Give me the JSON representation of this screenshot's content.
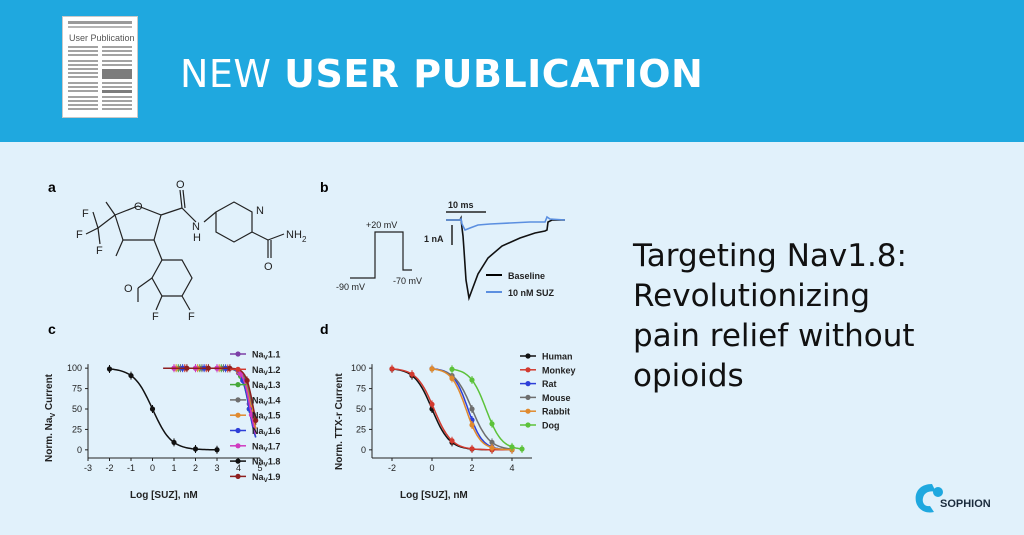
{
  "banner": {
    "icon": "newspaper-icon",
    "icon_text": "User Publication",
    "title_prefix": "NEW ",
    "title_bold": "USER PUBLICATION",
    "color": "#1fa8df"
  },
  "figure": {
    "panel_a": {
      "label": "a",
      "atoms": {
        "F1": "F",
        "F2": "F",
        "F3": "F",
        "O_ring": "O",
        "O_amide1": "O",
        "NH": "N",
        "H": "H",
        "N_ring": "N",
        "O_amide2": "O",
        "NH2": "NH",
        "NH2_sub": "2",
        "O_methoxy": "O",
        "F4": "F",
        "F5": "F"
      }
    },
    "panel_b": {
      "label": "b",
      "protocol": {
        "v_step": "+20 mV",
        "v_hold": "-90 mV",
        "v_end": "-70 mV"
      },
      "scale_time": "10 ms",
      "scale_current": "1 nA",
      "legend": [
        {
          "label": "Baseline",
          "color": "#000000"
        },
        {
          "label": "10 nM SUZ",
          "color": "#5b8fe0"
        }
      ]
    },
    "panel_c": {
      "label": "c",
      "ylabel_main": "Norm. Na",
      "ylabel_sub": "V",
      "ylabel_rest": " Current",
      "xlabel": "Log [SUZ], nM",
      "x_ticks": [
        "-3",
        "-2",
        "-1",
        "0",
        "1",
        "2",
        "3",
        "4",
        "5"
      ],
      "y_ticks": [
        "100",
        "75",
        "50",
        "25",
        "0"
      ],
      "legend": [
        {
          "pre": "Na",
          "sub": "V",
          "post": "1.1",
          "color": "#7d3fa6"
        },
        {
          "pre": "Na",
          "sub": "V",
          "post": "1.2",
          "color": "#d23a2f"
        },
        {
          "pre": "Na",
          "sub": "V",
          "post": "1.3",
          "color": "#46a83a"
        },
        {
          "pre": "Na",
          "sub": "V",
          "post": "1.4",
          "color": "#6e6e6e"
        },
        {
          "pre": "Na",
          "sub": "V",
          "post": "1.5",
          "color": "#e08a2e"
        },
        {
          "pre": "Na",
          "sub": "V",
          "post": "1.6",
          "color": "#2e3fd8"
        },
        {
          "pre": "Na",
          "sub": "V",
          "post": "1.7",
          "color": "#d03ac0"
        },
        {
          "pre": "Na",
          "sub": "V",
          "post": "1.8",
          "color": "#111111"
        },
        {
          "pre": "Na",
          "sub": "V",
          "post": "1.9",
          "color": "#8e1f1f"
        }
      ]
    },
    "panel_d": {
      "label": "d",
      "ylabel": "Norm. TTX-r Current",
      "xlabel": "Log [SUZ], nM",
      "x_ticks": [
        "-2",
        "0",
        "2",
        "4"
      ],
      "y_ticks": [
        "100",
        "75",
        "50",
        "25",
        "0"
      ],
      "legend": [
        {
          "label": "Human",
          "color": "#111111"
        },
        {
          "label": "Monkey",
          "color": "#d23a2f"
        },
        {
          "label": "Rat",
          "color": "#2e3fd8"
        },
        {
          "label": "Mouse",
          "color": "#6e6e6e"
        },
        {
          "label": "Rabbit",
          "color": "#e08a2e"
        },
        {
          "label": "Dog",
          "color": "#5cc23a"
        }
      ]
    }
  },
  "headline": {
    "line1": "Targeting Nav1.8:",
    "line2": "Revolutionizing",
    "line3": "pain relief without",
    "line4": "opioids"
  },
  "logo": {
    "text": "SOPHION",
    "icon": "sophion-logo-icon",
    "color": "#1fa8df"
  },
  "chart_data": [
    {
      "type": "line",
      "xlabel": "Log [SUZ], nM",
      "ylabel": "Norm. NaV Current",
      "xlim": [
        -3,
        5
      ],
      "ylim": [
        -10,
        110
      ],
      "curves": [
        {
          "name": "NaV1.8",
          "color": "#111111",
          "ic50": 0,
          "hill": 1,
          "xrange": [
            -2,
            3
          ],
          "points": [
            -2,
            -1,
            0,
            1,
            2,
            3
          ]
        },
        {
          "name": "NaV1.1",
          "color": "#7d3fa6",
          "ic50": 4.55,
          "hill": 2.2,
          "xrange": [
            0.5,
            4.8
          ],
          "points": [
            1,
            2,
            3,
            4,
            4.5
          ]
        },
        {
          "name": "NaV1.2",
          "color": "#d23a2f",
          "ic50": 4.6,
          "hill": 2.2,
          "xrange": [
            0.5,
            4.8
          ],
          "points": [
            1.5,
            2.5,
            3.5,
            4.2,
            4.6
          ]
        },
        {
          "name": "NaV1.3",
          "color": "#46a83a",
          "ic50": 4.5,
          "hill": 2.4,
          "xrange": [
            0.5,
            4.8
          ],
          "points": [
            1.2,
            2.2,
            3.2,
            4.1,
            4.5
          ]
        },
        {
          "name": "NaV1.4",
          "color": "#6e6e6e",
          "ic50": 4.65,
          "hill": 2.4,
          "xrange": [
            0.5,
            4.8
          ],
          "points": [
            1.3,
            2.3,
            3.3,
            4.3,
            4.7
          ]
        },
        {
          "name": "NaV1.5",
          "color": "#e08a2e",
          "ic50": 4.6,
          "hill": 2.3,
          "xrange": [
            0.5,
            4.8
          ],
          "points": [
            1.1,
            2.1,
            3.1,
            4.0,
            4.6
          ]
        },
        {
          "name": "NaV1.6",
          "color": "#2e3fd8",
          "ic50": 4.5,
          "hill": 2.5,
          "xrange": [
            0.5,
            4.8
          ],
          "points": [
            1.4,
            2.4,
            3.4,
            4.2,
            4.5
          ]
        },
        {
          "name": "NaV1.7",
          "color": "#d03ac0",
          "ic50": 4.55,
          "hill": 2.5,
          "xrange": [
            0.5,
            4.8
          ],
          "points": [
            1.0,
            2.0,
            3.0,
            4.1,
            4.6
          ]
        },
        {
          "name": "NaV1.9",
          "color": "#8e1f1f",
          "ic50": 4.7,
          "hill": 2.5,
          "xrange": [
            0.5,
            4.8
          ],
          "points": [
            1.6,
            2.6,
            3.6,
            4.4,
            4.8
          ]
        }
      ]
    },
    {
      "type": "line",
      "xlabel": "Log [SUZ], nM",
      "ylabel": "Norm. TTX-r Current",
      "xlim": [
        -3,
        5
      ],
      "ylim": [
        -10,
        110
      ],
      "curves": [
        {
          "name": "Human",
          "color": "#111111",
          "ic50": 0.0,
          "hill": 1.0,
          "xrange": [
            -2,
            4
          ],
          "points": [
            -2,
            -1,
            0,
            1,
            2,
            3,
            4
          ]
        },
        {
          "name": "Monkey",
          "color": "#d23a2f",
          "ic50": 0.1,
          "hill": 1.0,
          "xrange": [
            -2,
            4
          ],
          "points": [
            -2,
            -1,
            0,
            1,
            2,
            3,
            4
          ]
        },
        {
          "name": "Rat",
          "color": "#2e3fd8",
          "ic50": 1.8,
          "hill": 1.2,
          "xrange": [
            0,
            4
          ],
          "points": [
            0,
            1,
            2,
            3,
            4
          ]
        },
        {
          "name": "Mouse",
          "color": "#6e6e6e",
          "ic50": 2.0,
          "hill": 1.0,
          "xrange": [
            0,
            4
          ],
          "points": [
            0,
            1,
            2,
            3,
            4
          ]
        },
        {
          "name": "Rabbit",
          "color": "#e08a2e",
          "ic50": 1.7,
          "hill": 1.2,
          "xrange": [
            0,
            4
          ],
          "points": [
            0,
            1,
            2,
            3,
            4
          ]
        },
        {
          "name": "Dog",
          "color": "#5cc23a",
          "ic50": 2.7,
          "hill": 1.1,
          "xrange": [
            1,
            4.5
          ],
          "points": [
            1,
            2,
            3,
            4,
            4.5
          ]
        }
      ]
    }
  ]
}
